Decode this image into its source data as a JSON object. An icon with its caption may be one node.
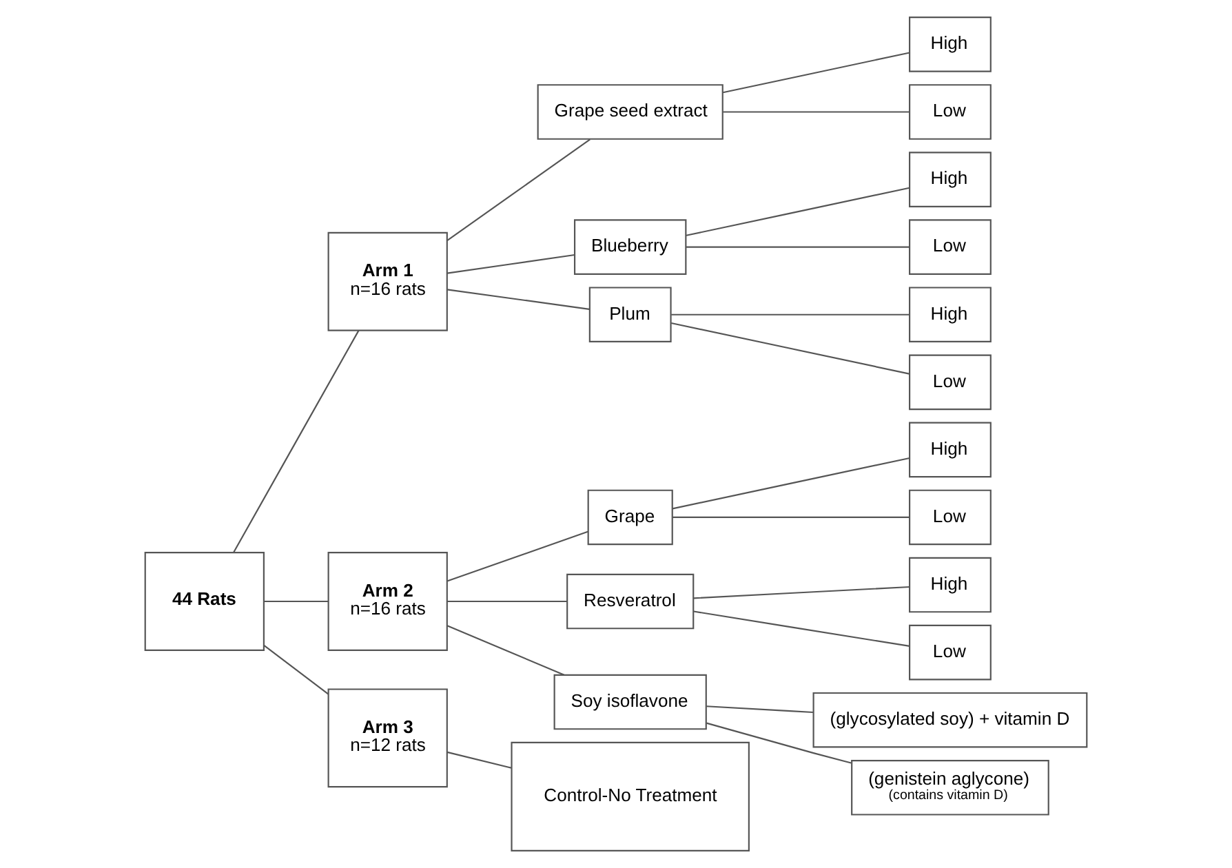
{
  "diagram": {
    "nodes": [
      {
        "text": [
          "44 Rats"
        ]
      },
      {
        "text": [
          "Arm 1",
          "n=16 rats"
        ]
      },
      {
        "text": [
          "Arm 2",
          "n=16 rats"
        ]
      },
      {
        "text": [
          "Arm 3",
          "n=12 rats"
        ]
      },
      {
        "text": [
          "Grape seed extract"
        ]
      },
      {
        "text": [
          "High"
        ]
      },
      {
        "text": [
          "Low"
        ]
      },
      {
        "text": [
          "Blueberry"
        ]
      },
      {
        "text": [
          "High"
        ]
      },
      {
        "text": [
          "Low"
        ]
      },
      {
        "text": [
          "Plum"
        ]
      },
      {
        "text": [
          "High"
        ]
      },
      {
        "text": [
          "Low"
        ]
      },
      {
        "text": [
          "Grape"
        ]
      },
      {
        "text": [
          "High"
        ]
      },
      {
        "text": [
          "Low"
        ]
      },
      {
        "text": [
          "Resveratrol"
        ]
      },
      {
        "text": [
          "High"
        ]
      },
      {
        "text": [
          "Low"
        ]
      },
      {
        "text": [
          "Soy isoflavone"
        ]
      },
      {
        "text": [
          "(glycosylated soy) + vitamin D"
        ]
      },
      {
        "text": [
          "(genistein aglycone)",
          "(contains vitamin D)"
        ]
      },
      {
        "text": [
          "Control-No Treatment"
        ]
      }
    ],
    "edges": [
      {
        "from": 0,
        "to": 1,
        "arrow": "none"
      },
      {
        "from": 0,
        "to": 2,
        "arrow": "none"
      },
      {
        "from": 0,
        "to": 3,
        "arrow": "none"
      },
      {
        "from": 1,
        "to": 4,
        "arrow": "none"
      },
      {
        "from": 1,
        "to": 7,
        "arrow": "none"
      },
      {
        "from": 1,
        "to": 10,
        "arrow": "none"
      },
      {
        "from": 4,
        "to": 5,
        "arrow": "none"
      },
      {
        "from": 4,
        "to": 6,
        "arrow": "none"
      },
      {
        "from": 7,
        "to": 8,
        "arrow": "none"
      },
      {
        "from": 7,
        "to": 9,
        "arrow": "none"
      },
      {
        "from": 10,
        "to": 11,
        "arrow": "none"
      },
      {
        "from": 10,
        "to": 12,
        "arrow": "none"
      },
      {
        "from": 2,
        "to": 13,
        "arrow": "none"
      },
      {
        "from": 2,
        "to": 16,
        "arrow": "none"
      },
      {
        "from": 2,
        "to": 19,
        "arrow": "none"
      },
      {
        "from": 13,
        "to": 14,
        "arrow": "none"
      },
      {
        "from": 13,
        "to": 15,
        "arrow": "none"
      },
      {
        "from": 16,
        "to": 17,
        "arrow": "none"
      },
      {
        "from": 16,
        "to": 18,
        "arrow": "none"
      },
      {
        "from": 19,
        "to": 20,
        "arrow": "none"
      },
      {
        "from": 19,
        "to": 21,
        "arrow": "none"
      },
      {
        "from": 3,
        "to": 22,
        "arrow": "none"
      }
    ]
  }
}
